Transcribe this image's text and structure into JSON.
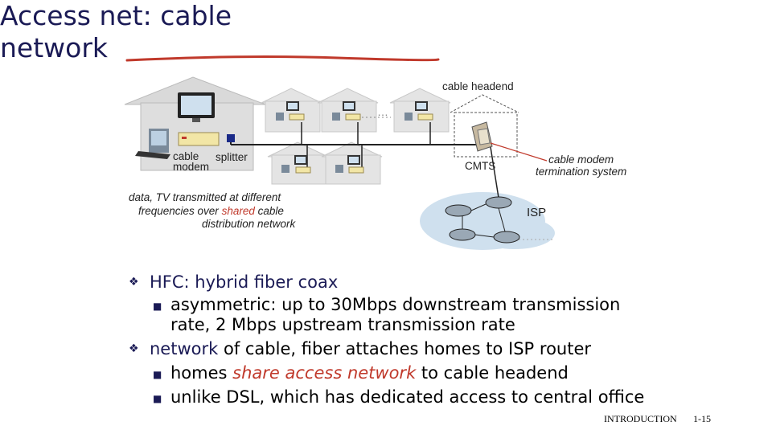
{
  "title": "Access net: cable network",
  "labels": {
    "cable_headend": "cable headend",
    "cable_modem": "cable\nmodem",
    "splitter": "splitter",
    "cmts": "CMTS",
    "cmts_full": "cable modem\ntermination system",
    "isp": "ISP",
    "ellipsis": "…",
    "note_part1": "data, TV transmitted at different",
    "note_part2_a": "frequencies over ",
    "note_part2_shared": "shared",
    "note_part2_b": " cable",
    "note_part3": "distribution network"
  },
  "bullets": {
    "b1": "HFC: hybrid fiber coax",
    "b1_sub1_line1": "asymmetric: up to 30Mbps downstream transmission",
    "b1_sub1_line2": "rate, 2 Mbps upstream transmission rate",
    "b2_pre": "network",
    "b2_post": " of cable, fiber attaches homes to ISP router",
    "b2_sub1_pre": "homes ",
    "b2_sub1_em": "share access network",
    "b2_sub1_post": " to cable headend",
    "b2_sub2": "unlike DSL, which has dedicated access to central office"
  },
  "footer": {
    "section": "INTRODUCTION",
    "page": "1-15"
  },
  "colors": {
    "title": "#1a1a55",
    "emphasis": "#c0392b",
    "underline_stroke": "#c0392b"
  }
}
